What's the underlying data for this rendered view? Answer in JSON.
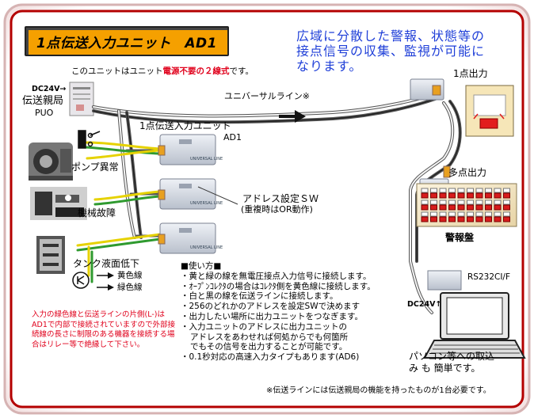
{
  "title": "1点伝送入力ユニット　AD1",
  "subtitle_prefix": "このユニットはユニット",
  "subtitle_red": "電源不要の２線式",
  "subtitle_suffix": "です。",
  "headline": "広域に分散した警報、状態等の接点信号の収集、監視が可能になります。",
  "parent": {
    "dc_label": "DC24V→",
    "name": "伝送親局",
    "code": "PUO"
  },
  "universal_line": "ユニバーサルライン※",
  "unit_label": "1点伝送入力ユニット",
  "unit_code": "AD1",
  "unit_badge": "UNIVERSAL LINE",
  "inputs": [
    {
      "label": "ポンプ異常"
    },
    {
      "label": "機械故障"
    },
    {
      "label": "タンク液面低下"
    }
  ],
  "wires": {
    "yellow": "黄色線",
    "green": "緑色線"
  },
  "address": {
    "line1": "アドレス設定ＳＷ",
    "line2": "(重複時はOR動作)"
  },
  "single_output": "1点出力",
  "multi_output": "多点出力",
  "alarm_panel": "警報盤",
  "rs232": "RS232CI/F",
  "dc24_pc": "DC24V↑",
  "pc_text": {
    "line1": "パソコン等への取込",
    "line2": "み も 簡単です。"
  },
  "usage": {
    "heading": "■使い方■",
    "items": [
      "・黄と緑の線を無電圧接点入力信号に接続します。",
      "・ｵｰﾌﾟﾝｺﾚｸﾀの場合はｺﾚｸﾀ側を黄色線に接続します。",
      "・白と黒の線を伝送ラインに接続します。",
      "・256のどれかのアドレスを設定SWで決めます",
      "・出力したい場所に出力ユニットをつなぎます。",
      "・入力ユニットのアドレスに出力ユニットの",
      "アドレスをあわせれば何処からでも何箇所",
      "でもその信号を出力することが可能です。",
      "・0.1秒対応の高速入力タイプもあります(AD6)"
    ]
  },
  "red_note": "入力の緑色線と伝送ラインの片側(L-)はAD1で内部で接続されていますので外部接続線の長さに制限のある機器を接続する場合はリレー等で絶縁して下さい。",
  "footnote": "※伝送ラインには伝送親局の機能を持ったものが1台必要です。",
  "colors": {
    "frame": "#c20000",
    "title_bg": "#f5a000",
    "headline": "#1f3fd8",
    "red_note": "#e0001b",
    "wire_yellow": "#e6d200",
    "wire_green": "#2f9a2f"
  }
}
